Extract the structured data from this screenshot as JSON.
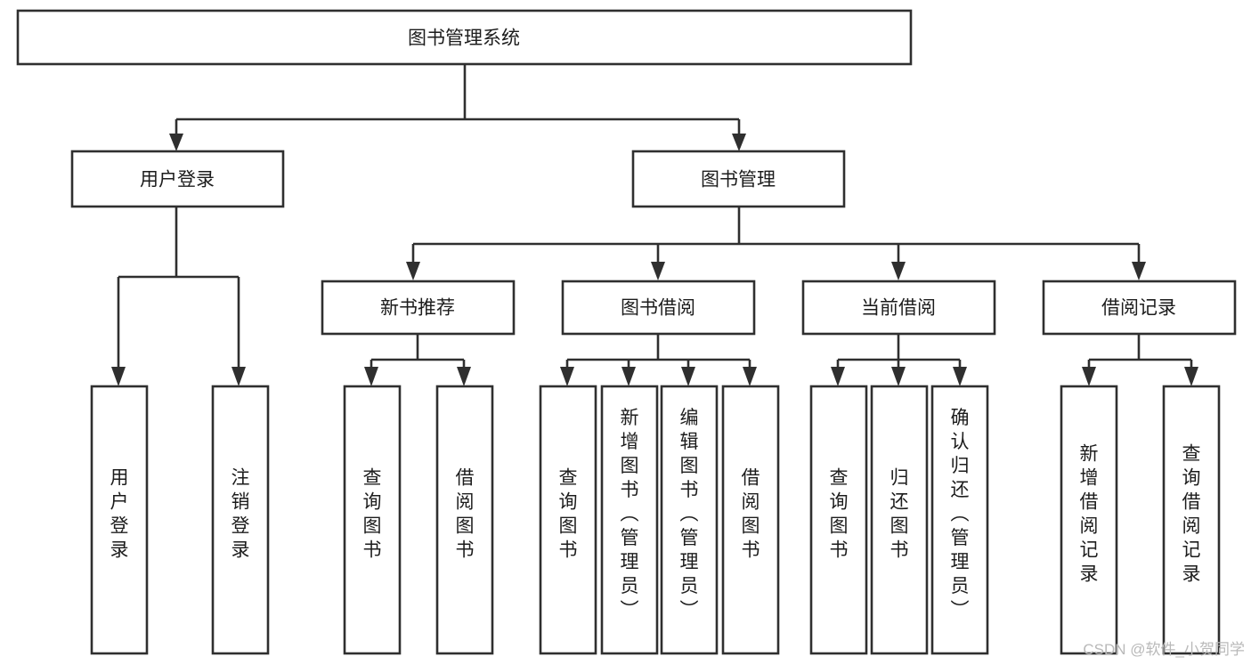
{
  "diagram": {
    "type": "tree-hierarchy-chart",
    "title": "图书管理系统",
    "colors": {
      "box_stroke": "#2f2f2f",
      "box_fill": "#ffffff",
      "connector": "#2f2f2f",
      "text": "#1c1c1c",
      "background": "#ffffff",
      "watermark": "#b9b9b9"
    },
    "levels": {
      "root": {
        "label": "图书管理系统"
      },
      "level2": [
        {
          "label": "用户登录"
        },
        {
          "label": "图书管理"
        }
      ],
      "level3": [
        {
          "label": "新书推荐"
        },
        {
          "label": "图书借阅"
        },
        {
          "label": "当前借阅"
        },
        {
          "label": "借阅记录"
        }
      ],
      "leaves": {
        "user_login": [
          {
            "label": "用户登录"
          },
          {
            "label": "注销登录"
          }
        ],
        "new_book_recommend": [
          {
            "label": "查询图书"
          },
          {
            "label": "借阅图书"
          }
        ],
        "book_borrow": [
          {
            "label": "查询图书"
          },
          {
            "label": "新增图书（管理员）"
          },
          {
            "label": "编辑图书（管理员）"
          },
          {
            "label": "借阅图书"
          }
        ],
        "current_borrow": [
          {
            "label": "查询图书"
          },
          {
            "label": "归还图书"
          },
          {
            "label": "确认归还（管理员）"
          }
        ],
        "borrow_record": [
          {
            "label": "新增借阅记录"
          },
          {
            "label": "查询借阅记录"
          }
        ]
      }
    }
  },
  "watermark": {
    "text": "CSDN @软件_小贺同学"
  }
}
